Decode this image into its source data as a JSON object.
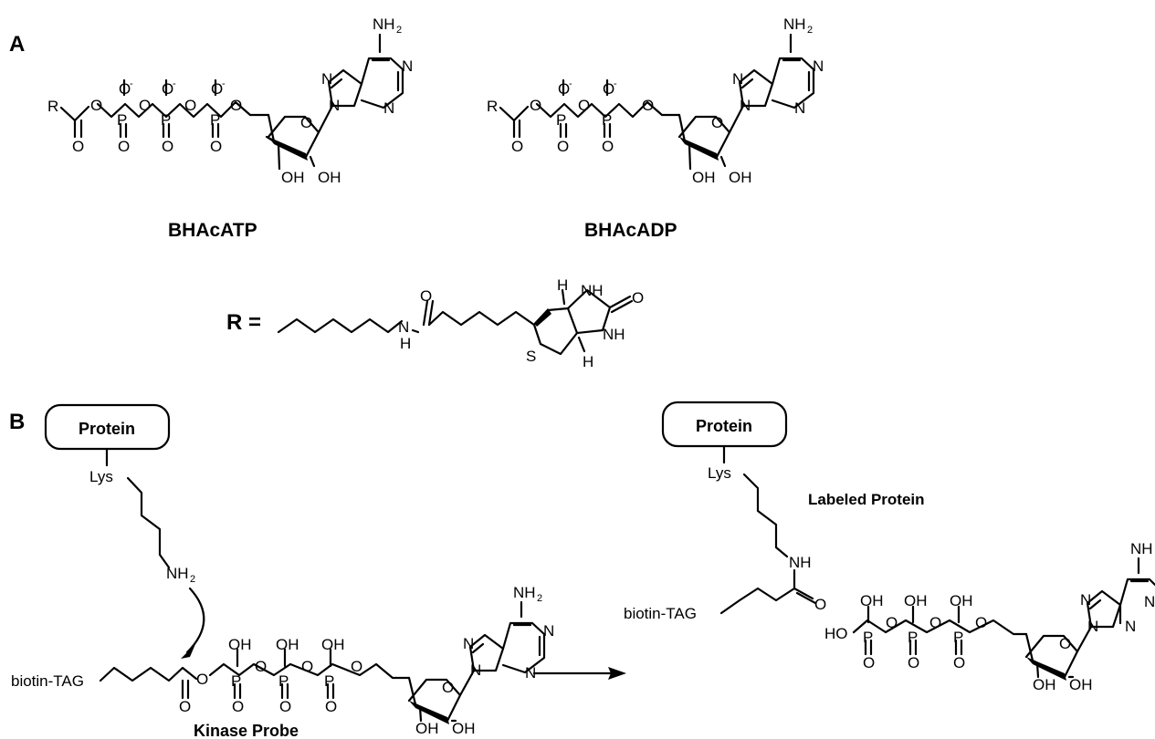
{
  "panels": {
    "a": "A",
    "b": "B"
  },
  "structures": {
    "bhacatp": "BHAcATP",
    "bhacadp": "BHAcADP",
    "r_label": "R ="
  },
  "atoms": {
    "R": "R",
    "O": "O",
    "P": "P",
    "N": "N",
    "S": "S",
    "H": "H",
    "OH": "OH",
    "HO": "HO",
    "NH": "NH",
    "NH2": "NH",
    "sub2": "2",
    "minus": "-",
    "lys": "Lys"
  },
  "scheme": {
    "protein": "Protein",
    "labeled_protein": "Labeled Protein",
    "kinase_probe": "Kinase Probe",
    "tag": "biotin-TAG"
  }
}
